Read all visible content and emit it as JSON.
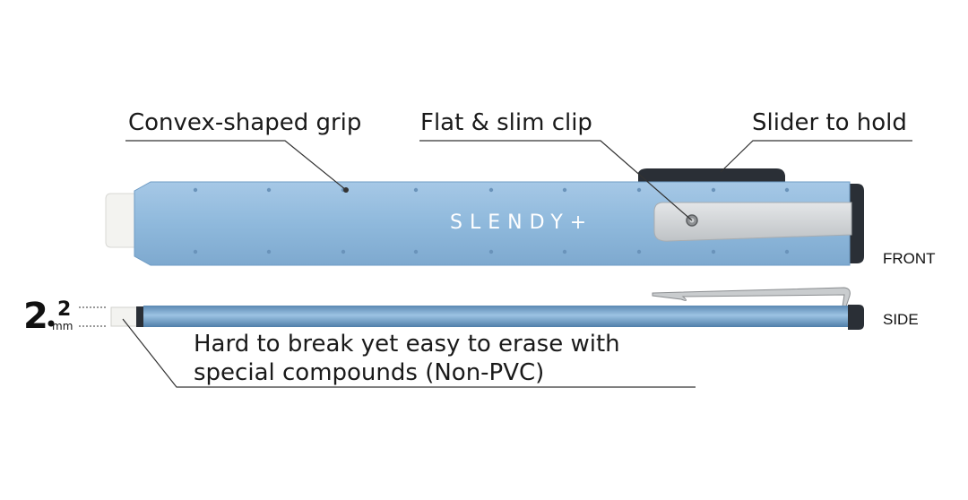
{
  "callouts": {
    "grip": "Convex-shaped grip",
    "clip": "Flat & slim clip",
    "slider": "Slider to hold",
    "eraser_line1": "Hard to break yet easy to erase with",
    "eraser_line2": "special compounds (Non-PVC)"
  },
  "brand_text": "SLENDY+",
  "views": {
    "front": "FRONT",
    "side": "SIDE"
  },
  "dimension": {
    "major": "2",
    "minor": "2",
    "unit": "mm"
  },
  "colors": {
    "body": "#8fb9dc",
    "body_dark": "#5f8fb8",
    "cap": "#2a2f36",
    "clip": "#cfd2d4",
    "eraser": "#f3f3f0"
  }
}
